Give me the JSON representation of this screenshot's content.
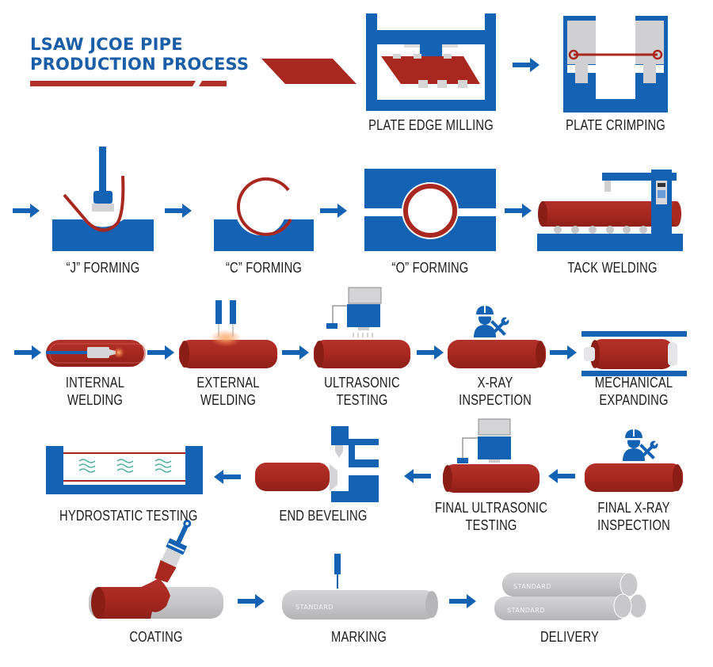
{
  "title": {
    "line1": "LSAW JCOE PIPE",
    "line2": "PRODUCTION PROCESS"
  },
  "colors": {
    "blue": "#1462b4",
    "red": "#a8281f",
    "gray": "#c9c9cb",
    "text": "#1b1b1b",
    "title": "#1a5ea8",
    "water": "#3aa89a"
  },
  "steps": [
    {
      "id": "plate-edge-milling",
      "label": "PLATE EDGE MILLING"
    },
    {
      "id": "plate-crimping",
      "label": "PLATE CRIMPING"
    },
    {
      "id": "j-forming",
      "label": "“J” FORMING"
    },
    {
      "id": "c-forming",
      "label": "“C” FORMING"
    },
    {
      "id": "o-forming",
      "label": "“O” FORMING"
    },
    {
      "id": "tack-welding",
      "label": "TACK WELDING"
    },
    {
      "id": "internal-welding",
      "label_line1": "INTERNAL",
      "label_line2": "WELDING"
    },
    {
      "id": "external-welding",
      "label_line1": "EXTERNAL",
      "label_line2": "WELDING"
    },
    {
      "id": "ultrasonic-testing",
      "label_line1": "ULTRASONIC",
      "label_line2": "TESTING"
    },
    {
      "id": "x-ray-inspection",
      "label_line1": "X-RAY",
      "label_line2": "INSPECTION"
    },
    {
      "id": "mechanical-expanding",
      "label_line1": "MECHANICAL",
      "label_line2": "EXPANDING"
    },
    {
      "id": "final-x-ray-inspection",
      "label_line1": "FINAL X-RAY",
      "label_line2": "INSPECTION"
    },
    {
      "id": "final-ultrasonic-testing",
      "label_line1": "FINAL ULTRASONIC",
      "label_line2": "TESTING"
    },
    {
      "id": "end-beveling",
      "label": "END BEVELING"
    },
    {
      "id": "hydrostatic-testing",
      "label": "HYDROSTATIC TESTING"
    },
    {
      "id": "coating",
      "label": "COATING"
    },
    {
      "id": "marking",
      "label": "MARKING",
      "stamp_text": "STANDARD"
    },
    {
      "id": "delivery",
      "label": "DELIVERY",
      "stamp_text_top": "STANDARD",
      "stamp_text_bottom": "STANDARD"
    }
  ]
}
